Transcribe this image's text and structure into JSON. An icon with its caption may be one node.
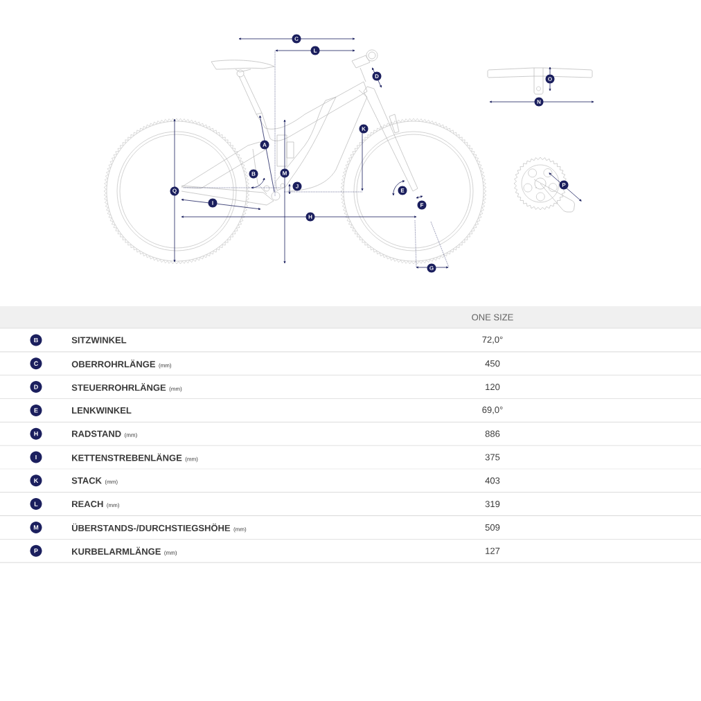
{
  "diagram": {
    "labels": [
      "C",
      "L",
      "D",
      "O",
      "N",
      "K",
      "A",
      "B",
      "M",
      "Q",
      "J",
      "E",
      "P",
      "I",
      "F",
      "H",
      "G",
      "ONE SIZE",
      "B",
      "SITZWINKEL",
      "72,0°",
      "C",
      "OBERROHRLÄNGE",
      "(mm)",
      "450",
      "D",
      "STEUERROHRLÄNGE",
      "(mm)",
      "120",
      "E",
      "LENKWINKEL",
      "69,0°",
      "H",
      "RADSTAND",
      "(mm)",
      "886",
      "I",
      "KETTENSTREBENLÄNGE",
      "(mm)",
      "375",
      "K",
      "STACK",
      "(mm)",
      "403",
      "L",
      "REACH",
      "(mm)",
      "319",
      "M",
      "ÜBERSTANDS-/DURCHSTIEGSHÖHE",
      "(mm)",
      "509",
      "P",
      "KURBELARMLÄNGE",
      "(mm)",
      "127"
    ]
  }
}
